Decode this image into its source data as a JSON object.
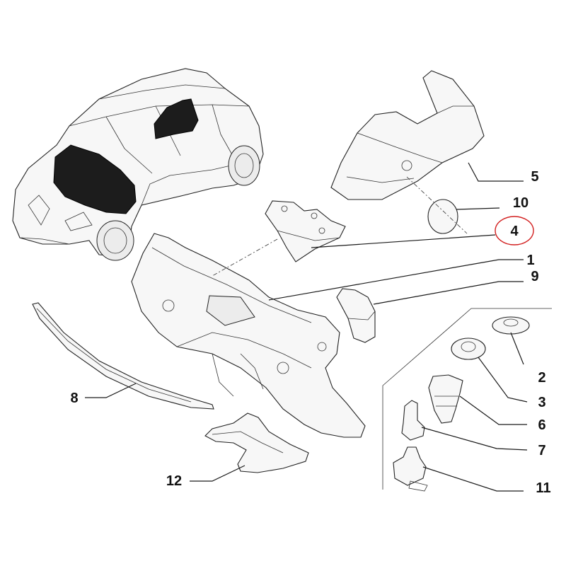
{
  "diagram": {
    "callouts": [
      {
        "id": "c1",
        "label": "1"
      },
      {
        "id": "c2",
        "label": "2"
      },
      {
        "id": "c3",
        "label": "3"
      },
      {
        "id": "c4",
        "label": "4",
        "highlighted": true
      },
      {
        "id": "c5",
        "label": "5"
      },
      {
        "id": "c6",
        "label": "6"
      },
      {
        "id": "c7",
        "label": "7"
      },
      {
        "id": "c8",
        "label": "8"
      },
      {
        "id": "c9",
        "label": "9"
      },
      {
        "id": "c10",
        "label": "10"
      },
      {
        "id": "c11",
        "label": "11"
      },
      {
        "id": "c12",
        "label": "12"
      }
    ],
    "highlight_color": "#d21f1f",
    "line_color": "#1a1a1a"
  }
}
